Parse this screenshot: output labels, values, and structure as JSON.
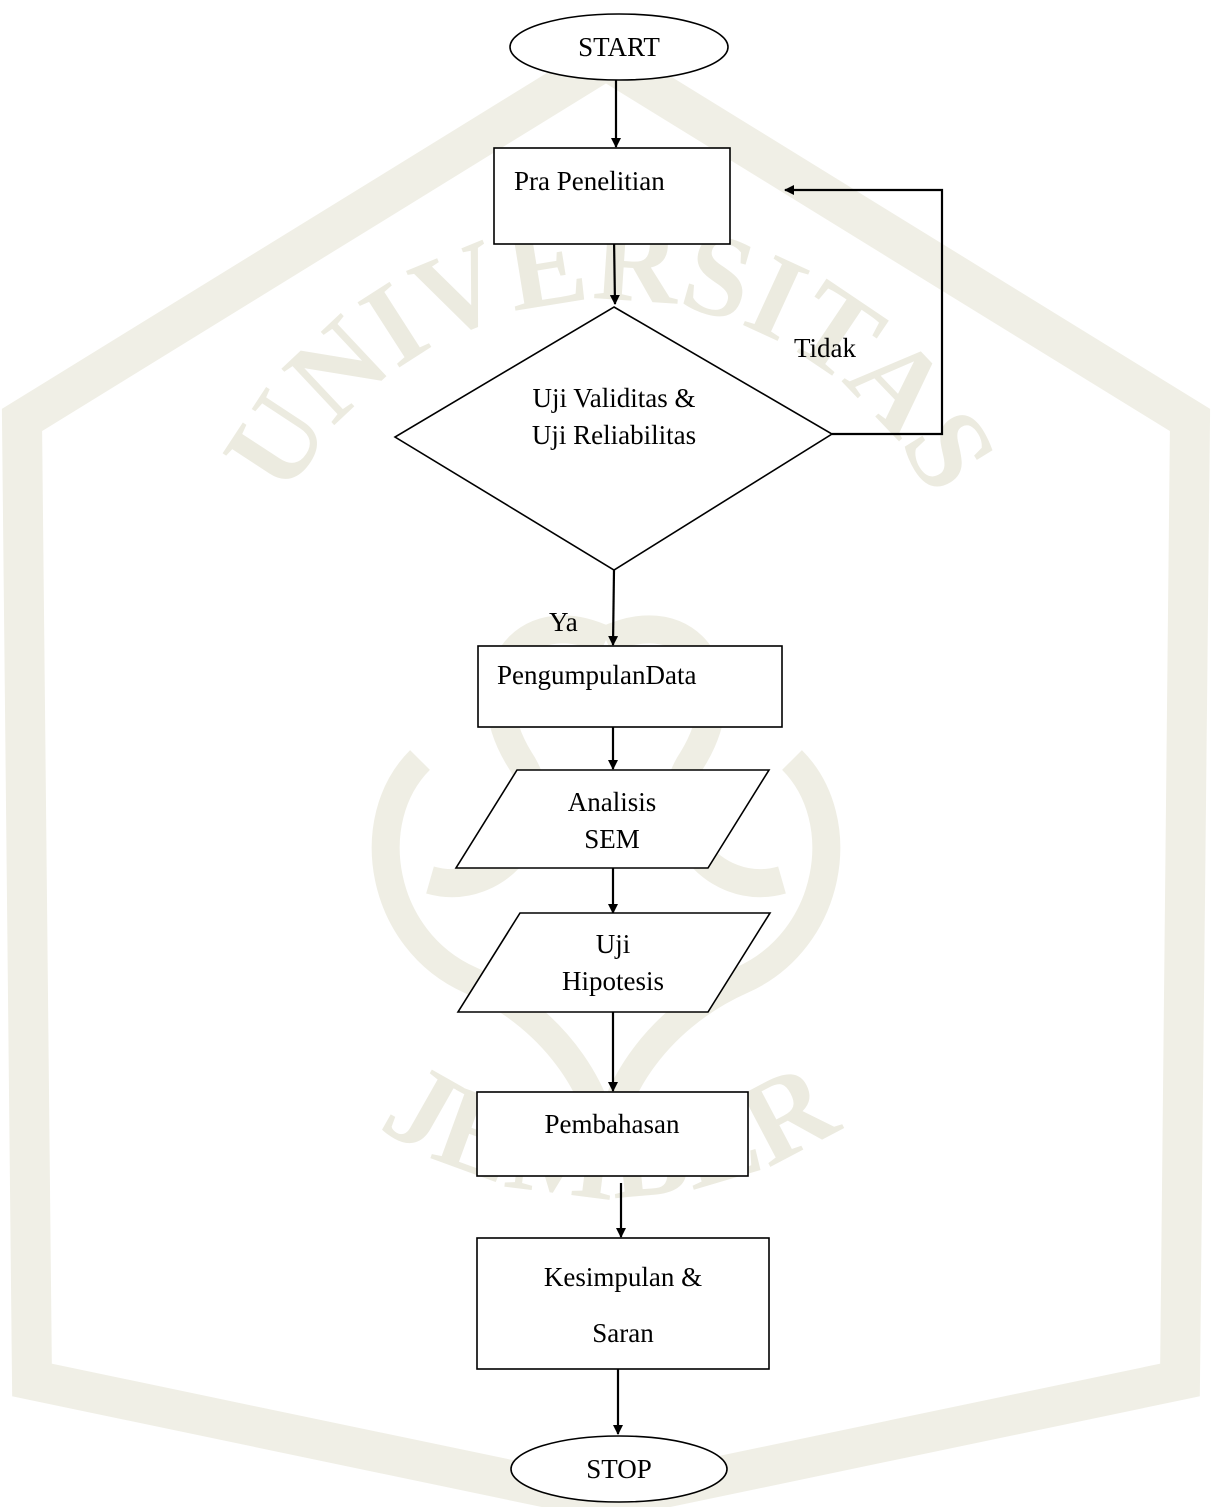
{
  "flowchart": {
    "nodes": [
      {
        "id": "start",
        "shape": "terminator",
        "lines": [
          "START"
        ]
      },
      {
        "id": "pra_penelitian",
        "shape": "process",
        "lines": [
          "Pra Penelitian"
        ]
      },
      {
        "id": "uji_validitas",
        "shape": "decision",
        "lines": [
          "Uji Validitas &",
          "Uji Reliabilitas"
        ]
      },
      {
        "id": "pengumpulan_data",
        "shape": "process",
        "lines": [
          "PengumpulanData"
        ]
      },
      {
        "id": "analisis_sem",
        "shape": "data",
        "lines": [
          "Analisis",
          "SEM"
        ]
      },
      {
        "id": "uji_hipotesis",
        "shape": "data",
        "lines": [
          "Uji",
          "Hipotesis"
        ]
      },
      {
        "id": "pembahasan",
        "shape": "process",
        "lines": [
          "Pembahasan"
        ]
      },
      {
        "id": "kesimpulan_saran",
        "shape": "process",
        "lines": [
          "Kesimpulan &",
          "Saran"
        ]
      },
      {
        "id": "stop",
        "shape": "terminator",
        "lines": [
          "STOP"
        ]
      }
    ],
    "edges": [
      {
        "from": "start",
        "to": "pra_penelitian",
        "label": ""
      },
      {
        "from": "pra_penelitian",
        "to": "uji_validitas",
        "label": ""
      },
      {
        "from": "uji_validitas",
        "to": "pra_penelitian",
        "label": "Tidak"
      },
      {
        "from": "uji_validitas",
        "to": "pengumpulan_data",
        "label": "Ya"
      },
      {
        "from": "pengumpulan_data",
        "to": "analisis_sem",
        "label": ""
      },
      {
        "from": "analisis_sem",
        "to": "uji_hipotesis",
        "label": ""
      },
      {
        "from": "uji_hipotesis",
        "to": "pembahasan",
        "label": ""
      },
      {
        "from": "pembahasan",
        "to": "kesimpulan_saran",
        "label": ""
      },
      {
        "from": "kesimpulan_saran",
        "to": "stop",
        "label": ""
      }
    ]
  },
  "watermark": {
    "text": "UNIVERSITAS JEMBER",
    "color": "#ecebe0"
  }
}
